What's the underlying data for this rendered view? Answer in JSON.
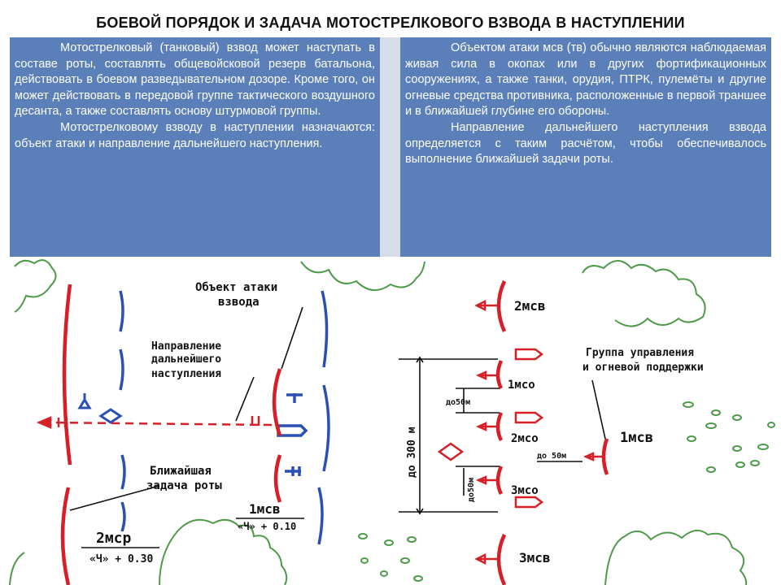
{
  "title": "БОЕВОЙ ПОРЯДОК И ЗАДАЧА МОТОСТРЕЛКОВОГО ВЗВОДА В НАСТУПЛЕНИИ",
  "left_panel": {
    "p1": "Мотострелковый (танковый) взвод может наступать в составе роты, составлять общевойсковой резерв батальона, действовать в боевом разведывательном дозоре. Кроме того, он может действовать в передовой группе тактического воздушного десанта, а также составлять основу штурмовой группы.",
    "p2": "Мотострелковому взводу в наступлении назначаются: объект атаки и направление дальнейшего наступления."
  },
  "right_panel": {
    "p1": "Объектом атаки мсв (тв) обычно являются наблюдаемая живая сила в окопах или в других фортификационных сооружениях, а также танки, орудия, ПТРК, пулемёты и другие огневые средства противника, расположенные в первой траншее и в ближайшей глубине его обороны.",
    "p2": "Направление дальнейшего наступления взвода определяется с таким расчётом, чтобы обеспечивалось выполнение ближайшей задачи роты."
  },
  "diagram": {
    "object_label_1": "Объект атаки",
    "object_label_2": "взвода",
    "direction_label_1": "Направление",
    "direction_label_2": "дальнейшего",
    "direction_label_3": "наступления",
    "task_label_1": "Ближайшая",
    "task_label_2": "задача роты",
    "unit_1msv": "1мсв",
    "time_1msv": "«Ч» + 0.10",
    "unit_2msr": "2мср",
    "time_2msr": "«Ч» + 0.30",
    "unit_2msv": "2мсв",
    "unit_3msv": "3мсв",
    "unit_1msv_right": "1мсв",
    "sq_1": "1мсо",
    "sq_2": "2мсо",
    "sq_3": "3мсо",
    "dist_300": "до 300 м",
    "dist_50_a": "до50м",
    "dist_50_b": "до50м",
    "dist_50_c": "до 50м",
    "group_label_1": "Группа управления",
    "group_label_2": "и огневой поддержки",
    "colors": {
      "friendly": "#d61f26",
      "enemy": "#2b4fb3",
      "terrain": "#4f9a4a",
      "panel": "#5b7fb8"
    }
  }
}
